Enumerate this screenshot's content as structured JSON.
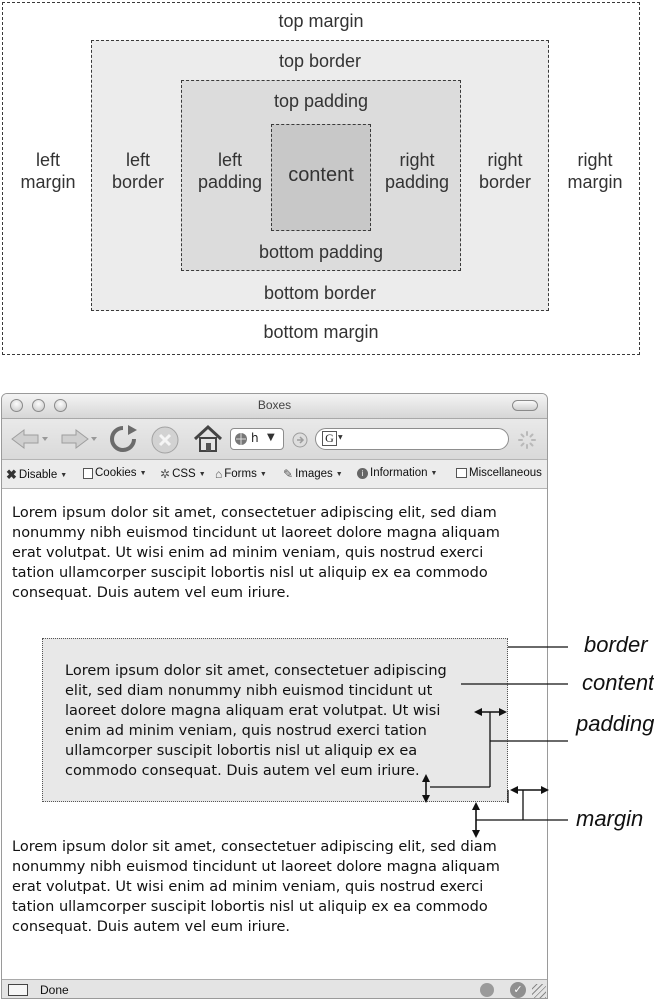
{
  "box_model": {
    "top_margin": "top margin",
    "top_border": "top border",
    "top_padding": "top padding",
    "left_margin": "left margin",
    "left_border": "left border",
    "left_padding": "left padding",
    "content": "content",
    "right_padding": "right padding",
    "right_border": "right border",
    "right_margin": "right margin",
    "bottom_padding": "bottom padding",
    "bottom_border": "bottom border",
    "bottom_margin": "bottom margin"
  },
  "browser": {
    "title": "Boxes",
    "url_text": "h",
    "search_engine_glyph": "G",
    "toolbar_items": [
      "Disable",
      "Cookies",
      "CSS",
      "Forms",
      "Images",
      "Information",
      "Miscellaneous"
    ],
    "status": "Done"
  },
  "page_text": {
    "para1": [
      "Lorem ipsum dolor sit amet, consectetuer adipiscing elit, sed diam",
      "nonummy nibh euismod tincidunt ut laoreet dolore magna aliquam",
      "erat volutpat. Ut wisi enim ad minim veniam, quis nostrud exerci",
      "tation ullamcorper suscipit lobortis nisl ut aliquip ex ea commodo",
      "consequat. Duis autem vel eum iriure."
    ],
    "box_text": [
      "Lorem ipsum dolor sit amet, consectetuer adipiscing",
      "elit, sed diam nonummy nibh euismod tincidunt ut",
      "laoreet dolore magna aliquam erat volutpat. Ut wisi",
      "enim ad minim veniam, quis nostrud exerci tation",
      "ullamcorper suscipit lobortis nisl ut aliquip ex ea",
      "commodo consequat. Duis autem vel eum iriure."
    ],
    "para2": [
      "Lorem ipsum dolor sit amet, consectetuer adipiscing elit, sed diam",
      "nonummy nibh euismod tincidunt ut laoreet dolore magna aliquam",
      "erat volutpat. Ut wisi enim ad minim veniam, quis nostrud exerci",
      "tation ullamcorper suscipit lobortis nisl ut aliquip ex ea commodo",
      "consequat. Duis autem vel eum iriure."
    ]
  },
  "callouts": {
    "border": "border",
    "content": "content",
    "padding": "padding",
    "margin": "margin"
  },
  "colors": {
    "margin_fill": "#ffffff",
    "border_fill": "#ececec",
    "padding_fill": "#dcdcdc",
    "content_fill": "#c8c8c8",
    "demo_box_fill": "#e8e8e8"
  }
}
